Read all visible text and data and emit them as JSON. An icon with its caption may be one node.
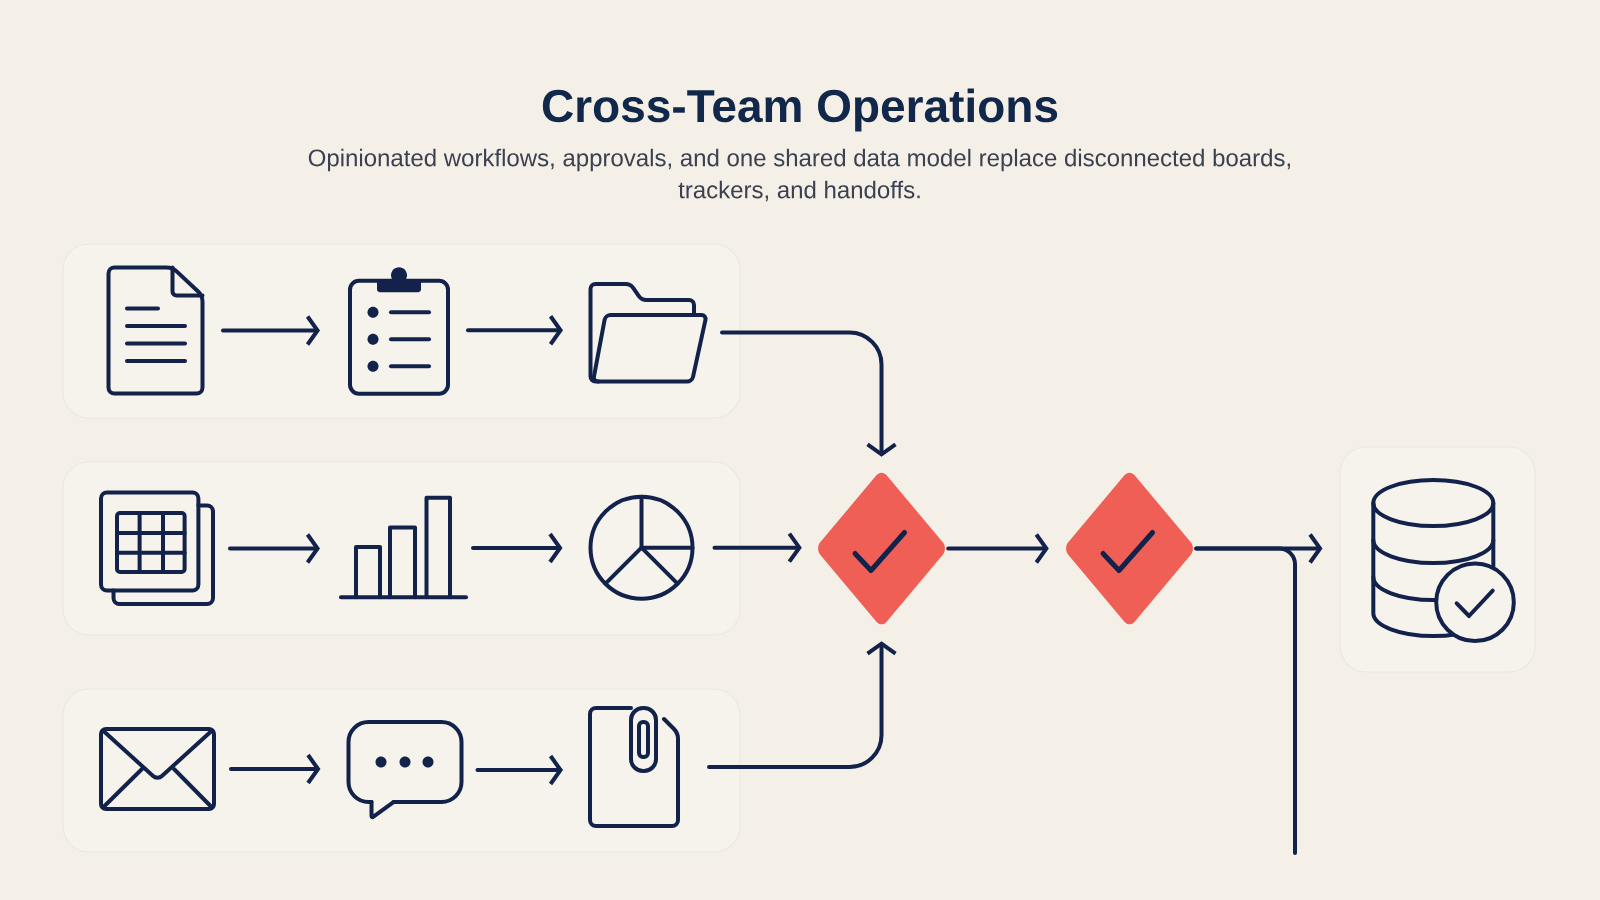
{
  "diagram": {
    "title": "Cross-Team Operations",
    "caption": "Opinionated workflows, approvals, and one shared data model replace disconnected boards, trackers, and handoffs.",
    "nodes": [
      {
        "text": [],
        "shape": "box"
      },
      {
        "text": [],
        "shape": "picture",
        "in": 0
      },
      {
        "text": [],
        "shape": "picture",
        "in": 0
      },
      {
        "text": [],
        "shape": "picture",
        "in": 0
      },
      {
        "text": [],
        "shape": "box"
      },
      {
        "text": [],
        "shape": "picture",
        "in": 4
      },
      {
        "text": [],
        "shape": "picture",
        "in": 4
      },
      {
        "text": [],
        "shape": "picture",
        "in": 4
      },
      {
        "text": [],
        "shape": "box"
      },
      {
        "text": [],
        "shape": "picture",
        "in": 8
      },
      {
        "text": [],
        "shape": "picture",
        "in": 8
      },
      {
        "text": [],
        "shape": "picture",
        "in": 8
      },
      {
        "text": [],
        "shape": "diamond"
      },
      {
        "text": [],
        "shape": "diamond"
      },
      {
        "text": [],
        "shape": "box"
      },
      {
        "text": [],
        "shape": "picture",
        "in": 14
      }
    ],
    "edges": [
      {
        "from": 1,
        "to": 2,
        "arrow": "to"
      },
      {
        "from": 2,
        "to": 3,
        "arrow": "to"
      },
      {
        "from": 3,
        "to": 12,
        "arrow": "to"
      },
      {
        "from": 5,
        "to": 6,
        "arrow": "to"
      },
      {
        "from": 6,
        "to": 7,
        "arrow": "to"
      },
      {
        "from": 7,
        "to": 12,
        "arrow": "to"
      },
      {
        "from": 9,
        "to": 10,
        "arrow": "to"
      },
      {
        "from": 10,
        "to": 11,
        "arrow": "to"
      },
      {
        "from": 11,
        "to": 12,
        "arrow": "to"
      },
      {
        "from": 12,
        "to": 13,
        "arrow": "to"
      },
      {
        "from": 13,
        "to": 14,
        "arrow": "to"
      },
      {
        "from": 13,
        "to": null,
        "arrow": "none"
      }
    ]
  }
}
